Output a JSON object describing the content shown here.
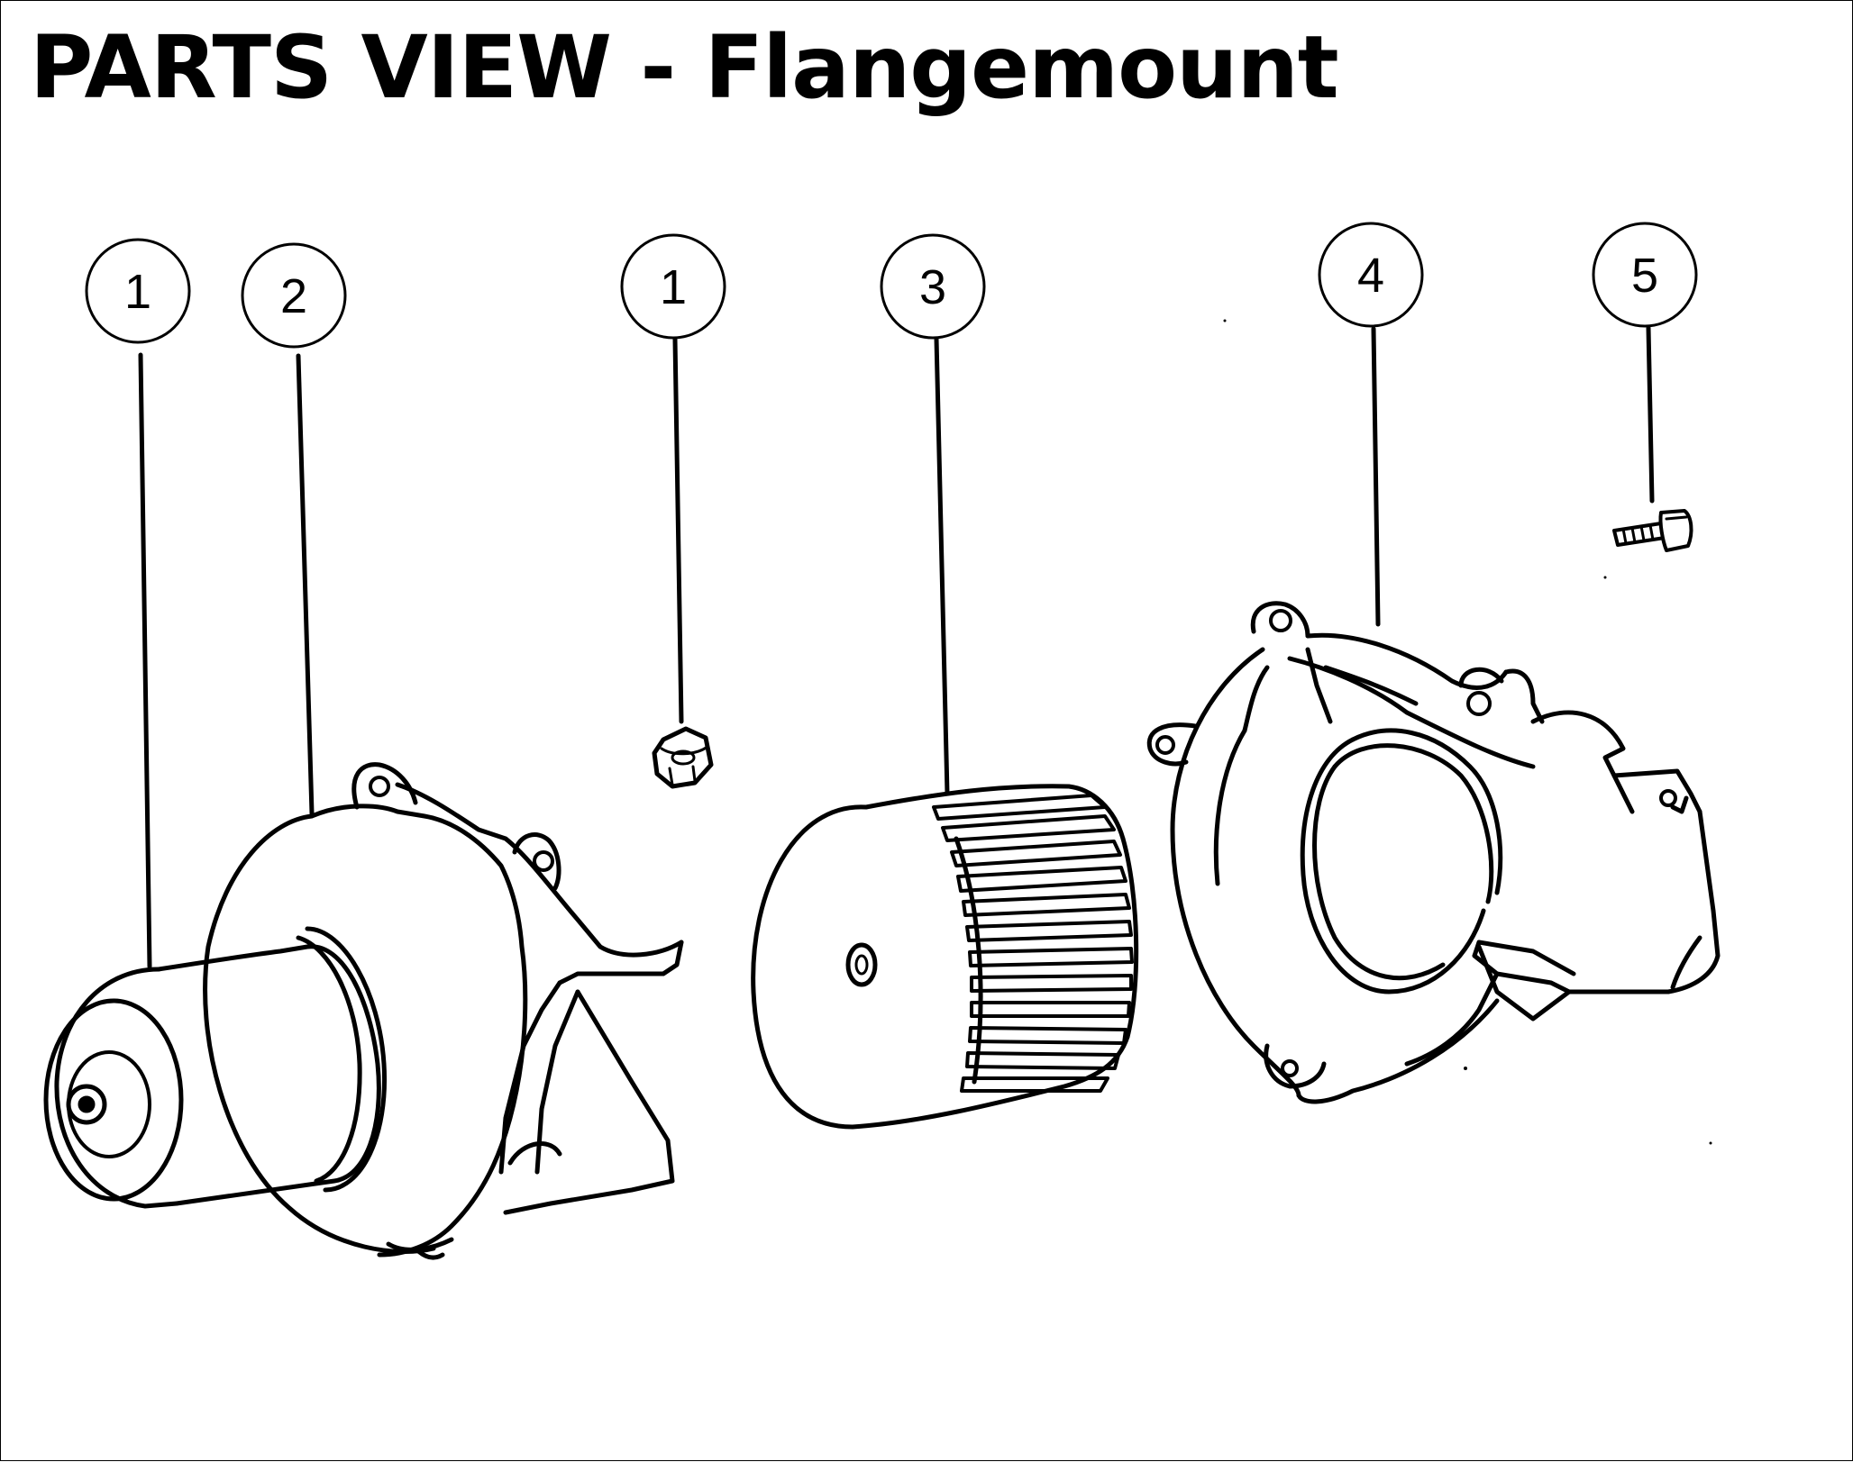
{
  "title": "PARTS VIEW - Flangemount",
  "callouts": [
    {
      "id": "c1a",
      "label": "1",
      "part": "motor"
    },
    {
      "id": "c2",
      "label": "2",
      "part": "motor-housing"
    },
    {
      "id": "c1b",
      "label": "1",
      "part": "nut"
    },
    {
      "id": "c3",
      "label": "3",
      "part": "blower-wheel"
    },
    {
      "id": "c4",
      "label": "4",
      "part": "flange-housing"
    },
    {
      "id": "c5",
      "label": "5",
      "part": "screw"
    }
  ],
  "colors": {
    "line": "#000000",
    "background": "#ffffff"
  }
}
